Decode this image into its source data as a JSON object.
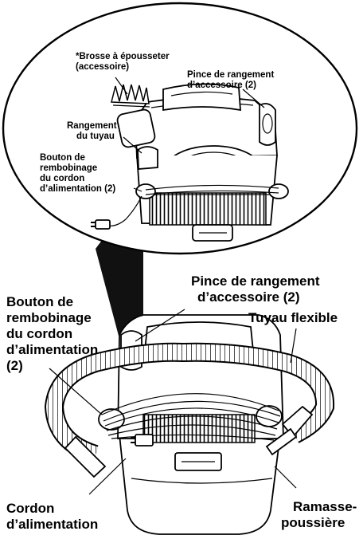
{
  "inset": {
    "brush": [
      "*Brosse à épousseter",
      "(accessoire)"
    ],
    "clip": [
      "Pince de rangement",
      "d’accessoire (2)"
    ],
    "hose_storage": [
      "Rangement",
      "du tuyau"
    ],
    "cord_button": [
      "Bouton de",
      "rembobinage",
      "du cordon",
      "d’alimentation (2)"
    ]
  },
  "main": {
    "clip": [
      "Pince de rangement",
      "d’accessoire (2)"
    ],
    "cord_button": [
      "Bouton de",
      "rembobinage",
      "du cordon",
      "d’alimentation",
      "(2)"
    ],
    "hose": [
      "Tuyau flexible"
    ],
    "cord": [
      "Cordon",
      "d’alimentation"
    ],
    "dust": [
      "Ramasse-",
      "poussière"
    ]
  },
  "colors": {
    "ink": "#000000",
    "paper": "#ffffff",
    "shade": "#b8b8b8"
  }
}
